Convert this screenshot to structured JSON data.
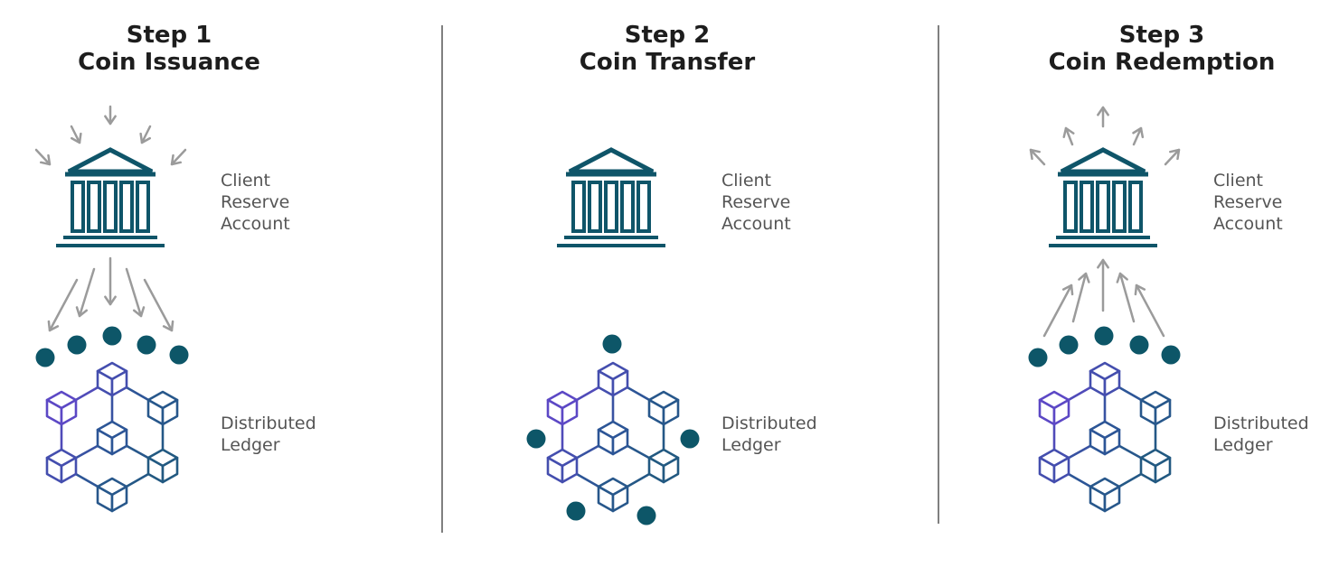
{
  "colors": {
    "bank": "#0f5569",
    "coin": "#0d5668",
    "arrow": "#9b9b9b",
    "cube_purple": "#7b3fe4",
    "cube_blue": "#2c5596",
    "cube_teal": "#1b5b72",
    "title": "#1d1d1d",
    "label": "#555555",
    "divider": "#808080"
  },
  "steps": [
    {
      "step": "Step 1",
      "name": "Coin Issuance",
      "bank_label": [
        "Client",
        "Reserve",
        "Account"
      ],
      "ledger_label": [
        "Distributed",
        "Ledger"
      ],
      "icons": [
        "bank-icon",
        "arrow-in-icon",
        "coin-icon",
        "blockchain-icon"
      ]
    },
    {
      "step": "Step 2",
      "name": "Coin Transfer",
      "bank_label": [
        "Client",
        "Reserve",
        "Account"
      ],
      "ledger_label": [
        "Distributed",
        "Ledger"
      ],
      "icons": [
        "bank-icon",
        "coin-icon",
        "blockchain-icon"
      ]
    },
    {
      "step": "Step 3",
      "name": "Coin Redemption",
      "bank_label": [
        "Client",
        "Reserve",
        "Account"
      ],
      "ledger_label": [
        "Distributed",
        "Ledger"
      ],
      "icons": [
        "bank-icon",
        "arrow-out-icon",
        "coin-icon",
        "blockchain-icon"
      ]
    }
  ]
}
